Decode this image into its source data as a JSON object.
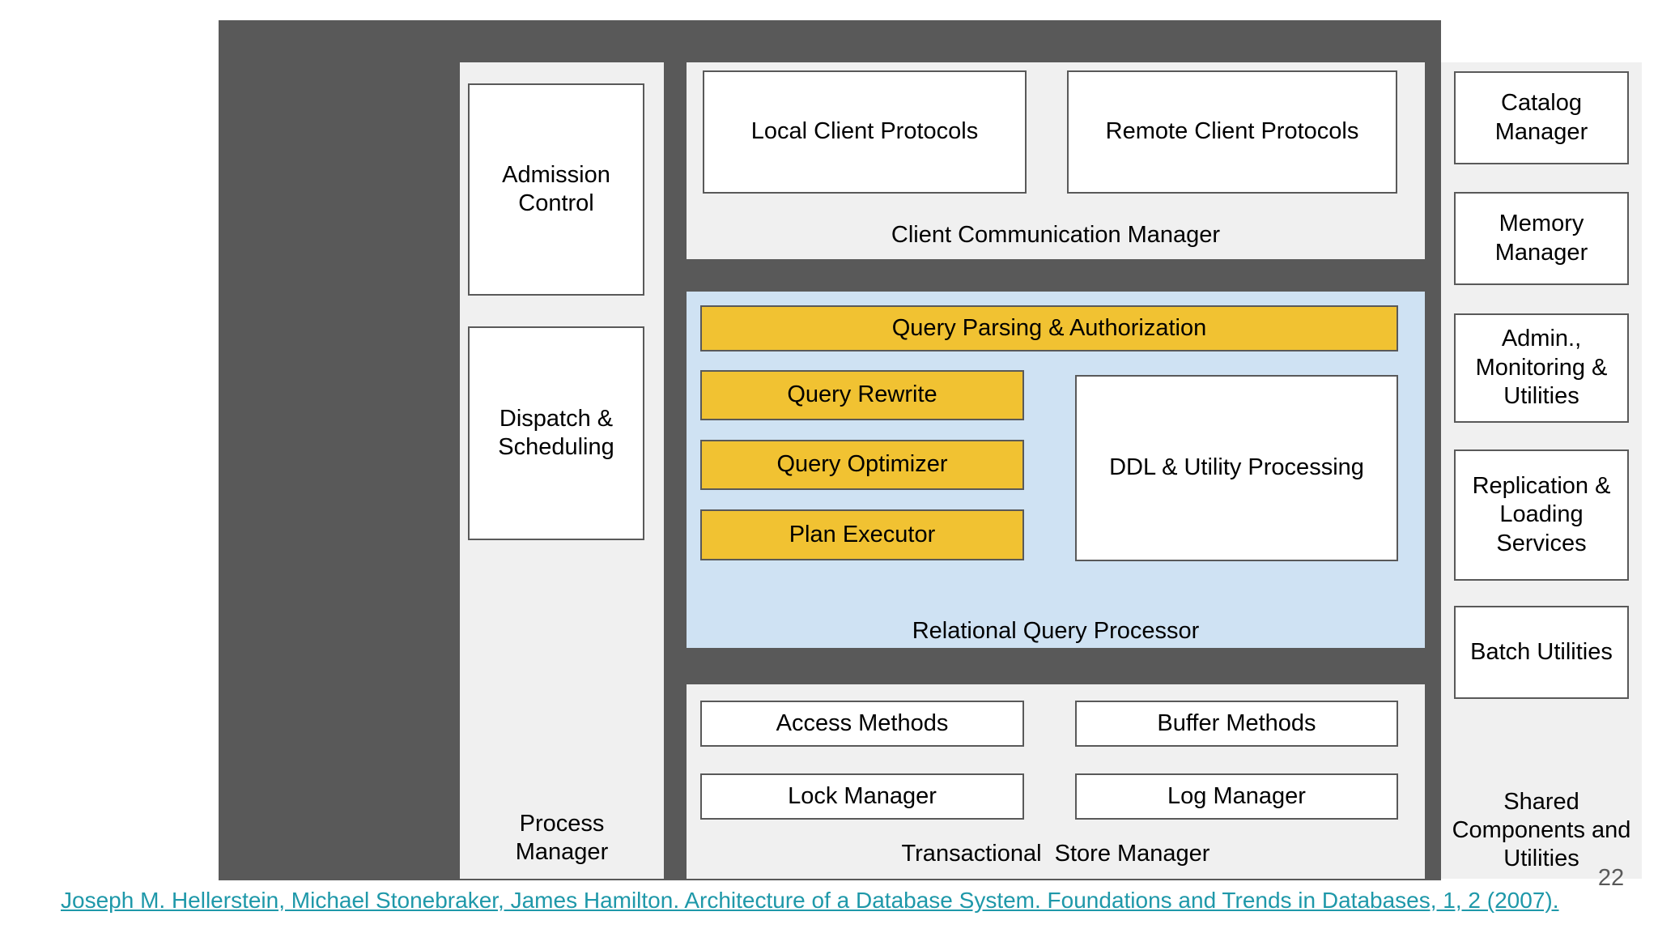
{
  "slide": {
    "page_number": "22",
    "citation": "Joseph M. Hellerstein, Michael Stonebraker, James Hamilton. Architecture of a Database System. Foundations and Trends in Databases, 1, 2 (2007)."
  },
  "colors": {
    "frame": "#595959",
    "panel_background": "#F0F0F0",
    "query_processor_background": "#CFE2F3",
    "highlight_yellow": "#F1C232",
    "box_border": "#595959",
    "link": "#1E98A9",
    "page_number": "#595959"
  },
  "diagram": {
    "process_manager": {
      "title": "Process\nManager",
      "admission_control": "Admission\nControl",
      "dispatch_scheduling": "Dispatch &\nScheduling"
    },
    "client_communication_manager": {
      "title": "Client Communication Manager",
      "local_client_protocols": "Local Client Protocols",
      "remote_client_protocols": "Remote Client Protocols"
    },
    "relational_query_processor": {
      "title": "Relational Query Processor",
      "query_parsing_authorization": "Query Parsing & Authorization",
      "query_rewrite": "Query Rewrite",
      "query_optimizer": "Query Optimizer",
      "plan_executor": "Plan Executor",
      "ddl_utility_processing": "DDL & Utility Processing"
    },
    "transactional_store_manager": {
      "title": "Transactional  Store Manager",
      "access_methods": "Access Methods",
      "buffer_methods": "Buffer Methods",
      "lock_manager": "Lock Manager",
      "log_manager": "Log Manager"
    },
    "shared_components": {
      "title": "Shared\nComponents and\nUtilities",
      "catalog_manager": "Catalog\nManager",
      "memory_manager": "Memory\nManager",
      "admin_monitoring_utilities": "Admin.,\nMonitoring &\nUtilities",
      "replication_loading_services": "Replication &\nLoading\nServices",
      "batch_utilities": "Batch Utilities"
    }
  }
}
